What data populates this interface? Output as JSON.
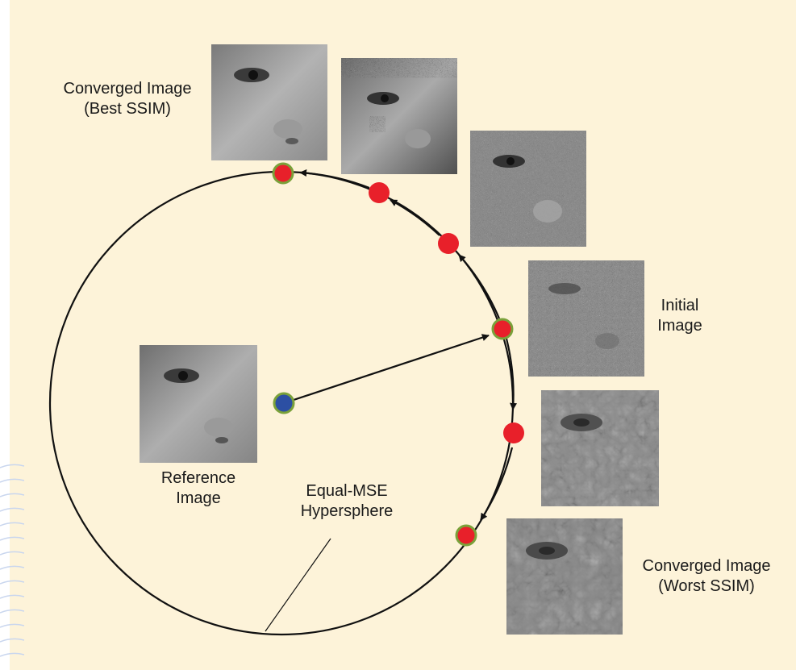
{
  "labels": {
    "converged_best": [
      "Converged Image",
      "(Best SSIM)"
    ],
    "initial": [
      "Initial",
      "Image"
    ],
    "reference": [
      "Reference",
      "Image"
    ],
    "hypersphere": [
      "Equal-MSE",
      "Hypersphere"
    ],
    "converged_worst": [
      "Converged Image",
      "(Worst SSIM)"
    ]
  },
  "colors": {
    "background": "#fdf3d9",
    "iterate_point": "#e8202a",
    "reference_point": "#2c4fa3",
    "point_ring": "#7aa13a",
    "curve": "#111111"
  },
  "icons": {
    "point": "filled-circle",
    "arrow": "arrowhead"
  }
}
